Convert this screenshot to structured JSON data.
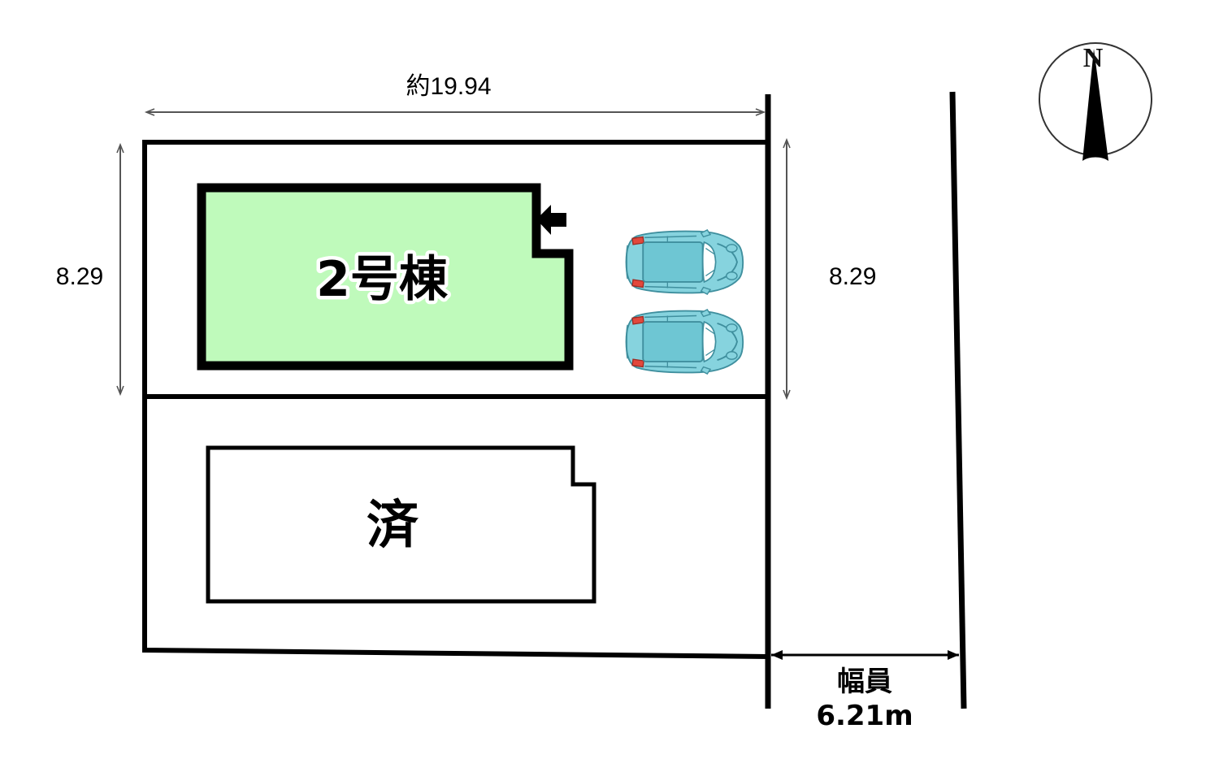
{
  "diagram": {
    "type": "site-plan",
    "title": "",
    "background_color": "#ffffff",
    "line_color": "#000000"
  },
  "dimensions": {
    "top": {
      "label": "約19.94",
      "orientation": "horizontal",
      "arrow_style": "thin-open-double"
    },
    "left": {
      "label": "8.29",
      "orientation": "vertical",
      "arrow_style": "thin-open-double"
    },
    "right": {
      "label": "8.29",
      "orientation": "vertical",
      "arrow_style": "thin-open-double"
    },
    "road": {
      "label_line1": "幅員",
      "label_line2": "6.21m",
      "orientation": "horizontal",
      "arrow_style": "solid-filled-double"
    }
  },
  "buildings": [
    {
      "id": "building-2",
      "label": "2号棟",
      "fill_color": "#bffabb",
      "stroke_color": "#000000",
      "stroke_width": 10,
      "status": "for-sale",
      "has_entrance_arrow": true,
      "entrance_arrow_direction": "left"
    },
    {
      "id": "building-sold",
      "label": "済",
      "fill_color": "#ffffff",
      "stroke_color": "#000000",
      "stroke_width": 4,
      "status": "sold",
      "has_entrance_arrow": false
    }
  ],
  "parking": {
    "count": 2,
    "car_body_color": "#6ec6d3",
    "car_roof_color": "#86d3de",
    "car_taillight_color": "#e2483c",
    "car_outline_color": "#3f8f9e",
    "car_facing": "right",
    "spaces": [
      {
        "id": "parking-space-1"
      },
      {
        "id": "parking-space-2"
      }
    ]
  },
  "road": {
    "name": "front-road",
    "position": "east",
    "edge_color": "#000000"
  },
  "compass": {
    "letter": "N",
    "direction": "up",
    "needle_color": "#000000",
    "circle_color": "#333333"
  }
}
